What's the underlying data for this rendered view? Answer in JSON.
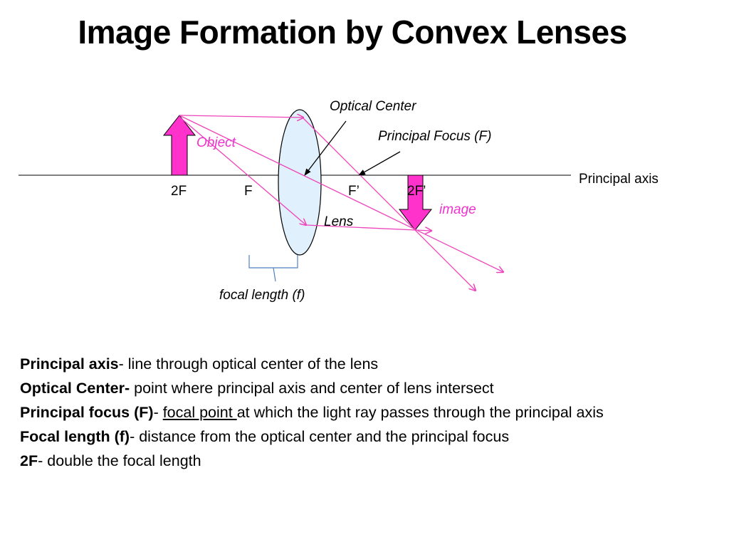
{
  "title": "Image Formation by Convex Lenses",
  "diagram": {
    "object_label": "Object",
    "image_label": "image",
    "optical_center_label": "Optical Center",
    "principal_focus_label": "Principal Focus (F)",
    "principal_axis_label": "Principal axis",
    "lens_label": "Lens",
    "focal_length_label": "focal length (f)",
    "marks": [
      "2F",
      "F",
      "F’",
      "2F’"
    ],
    "colors": {
      "arrow": "#ff33cc",
      "ray": "#ee44bb",
      "lens_fill": "#e0f0fc",
      "brace": "#4f81bd"
    }
  },
  "definitions": [
    {
      "term": "Principal axis",
      "sep": "- ",
      "pre": "line through optical center of the lens",
      "under": "",
      "post": ""
    },
    {
      "term": "Optical Center-",
      "sep": " ",
      "pre": "point where principal axis and center of lens intersect",
      "under": "",
      "post": ""
    },
    {
      "term": "Principal focus (F)",
      "sep": "- ",
      "pre": "",
      "under": "focal point ",
      "post": "at which the light ray passes through the principal axis"
    },
    {
      "term": "Focal length (f)",
      "sep": "- ",
      "pre": "distance from the optical center and the principal focus",
      "under": "",
      "post": ""
    },
    {
      "term": "2F",
      "sep": "- ",
      "pre": "double the focal length",
      "under": "",
      "post": ""
    }
  ]
}
